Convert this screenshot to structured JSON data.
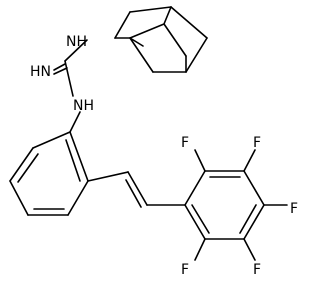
{
  "molecule": {
    "labels": {
      "nh_top": "NH",
      "imine": "HN",
      "nh_mid": "NH",
      "f1": "F",
      "f2": "F",
      "f3": "F",
      "f4": "F",
      "f5": "F"
    },
    "colors": {
      "bond": "#000000",
      "text": "#000000",
      "background": "#ffffff"
    }
  }
}
